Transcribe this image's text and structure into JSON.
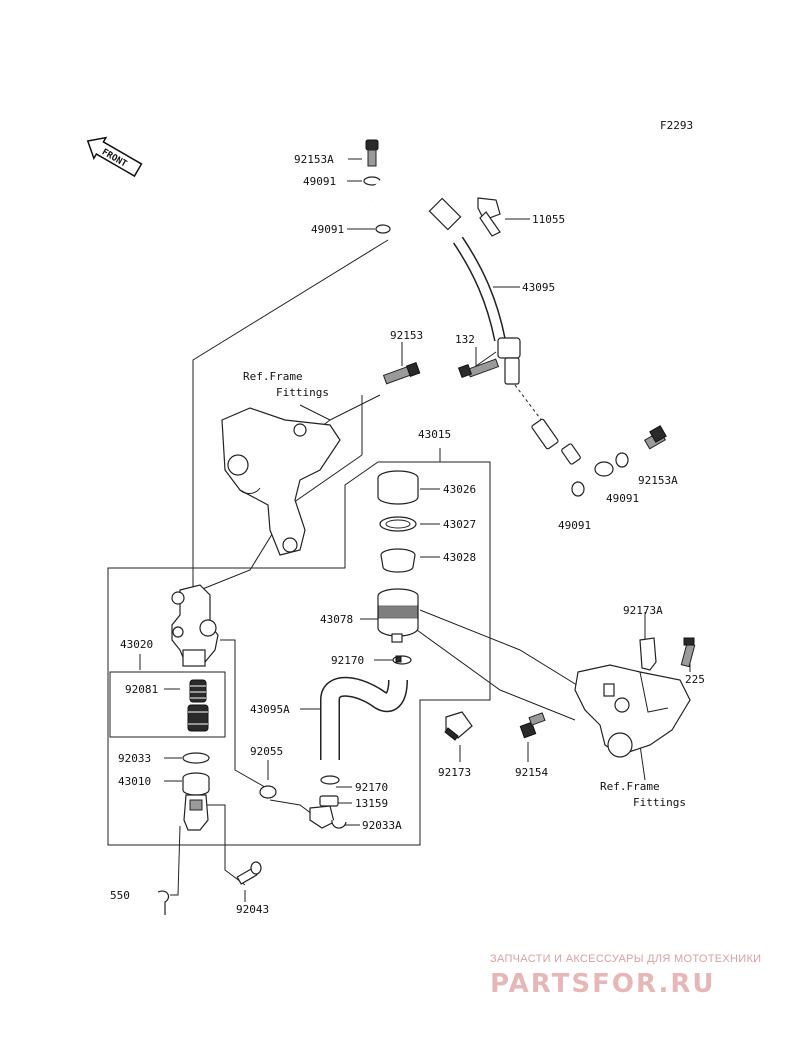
{
  "figure_code": "F2293",
  "front_label": "FRONT",
  "labels": {
    "p92153A_top": "92153A",
    "p49091_a": "49091",
    "p49091_b": "49091",
    "p11055": "11055",
    "p43095": "43095",
    "p92153": "92153",
    "p132": "132",
    "ref_frame_1": "Ref.Frame",
    "fittings_1": "Fittings",
    "p43015": "43015",
    "p92153A_right": "92153A",
    "p49091_c": "49091",
    "p49091_d": "49091",
    "p43026": "43026",
    "p43027": "43027",
    "p43028": "43028",
    "p43078": "43078",
    "p92170_a": "92170",
    "p43095A": "43095A",
    "p92173": "92173",
    "p92154": "92154",
    "p92173A": "92173A",
    "p225": "225",
    "ref_frame_2": "Ref.Frame",
    "fittings_2": "Fittings",
    "p43020": "43020",
    "p92081": "92081",
    "p92033": "92033",
    "p43010": "43010",
    "p92055": "92055",
    "p92170_b": "92170",
    "p13159": "13159",
    "p92033A": "92033A",
    "p550": "550",
    "p92043": "92043"
  },
  "watermark": {
    "subtitle": "ЗАПЧАСТИ И АКСЕССУАРЫ ДЛЯ МОТОТЕХНИКИ",
    "brand": "PARTSFOR.RU"
  }
}
